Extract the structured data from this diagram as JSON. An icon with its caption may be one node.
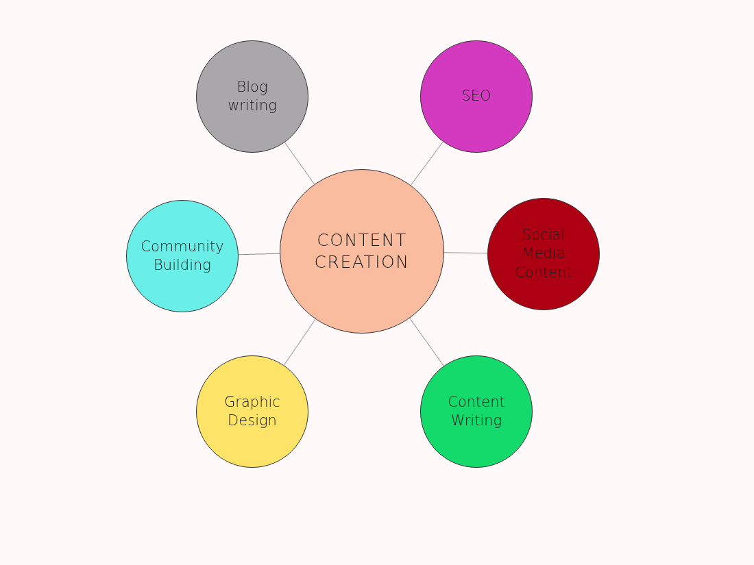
{
  "diagram": {
    "nodes": [
      {
        "text": [
          "CONTENT CREATION"
        ]
      },
      {
        "text": [
          "Blog writing"
        ]
      },
      {
        "text": [
          "SEO"
        ]
      },
      {
        "text": [
          "Community Building"
        ]
      },
      {
        "text": [
          "Social Media Content"
        ]
      },
      {
        "text": [
          "Graphic Design"
        ]
      },
      {
        "text": [
          "Content Writing"
        ]
      }
    ],
    "edges": [
      {
        "from": 0,
        "to": 1,
        "arrow": "none"
      },
      {
        "from": 0,
        "to": 2,
        "arrow": "none"
      },
      {
        "from": 0,
        "to": 3,
        "arrow": "none"
      },
      {
        "from": 0,
        "to": 4,
        "arrow": "none"
      },
      {
        "from": 0,
        "to": 5,
        "arrow": "none"
      },
      {
        "from": 0,
        "to": 6,
        "arrow": "none"
      }
    ]
  }
}
